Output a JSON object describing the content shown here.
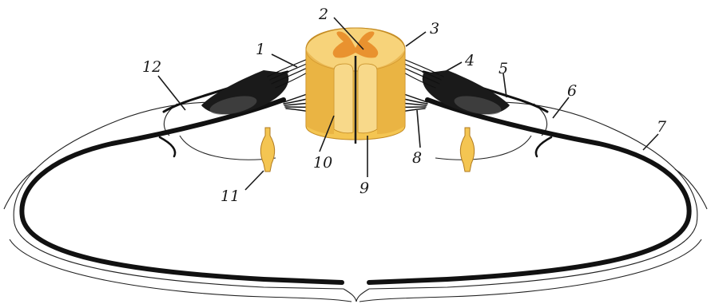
{
  "labels": {
    "l1": "1",
    "l2": "2",
    "l3": "3",
    "l4": "4",
    "l5": "5",
    "l6": "6",
    "l7": "7",
    "l8": "8",
    "l9": "9",
    "l10": "10",
    "l11": "11",
    "l12": "12"
  },
  "colors": {
    "cord": "#f4c552",
    "cord_shade": "#e3a93a",
    "grey_matter": "#e9922f",
    "nerve": "#111111",
    "background": "#ffffff"
  }
}
